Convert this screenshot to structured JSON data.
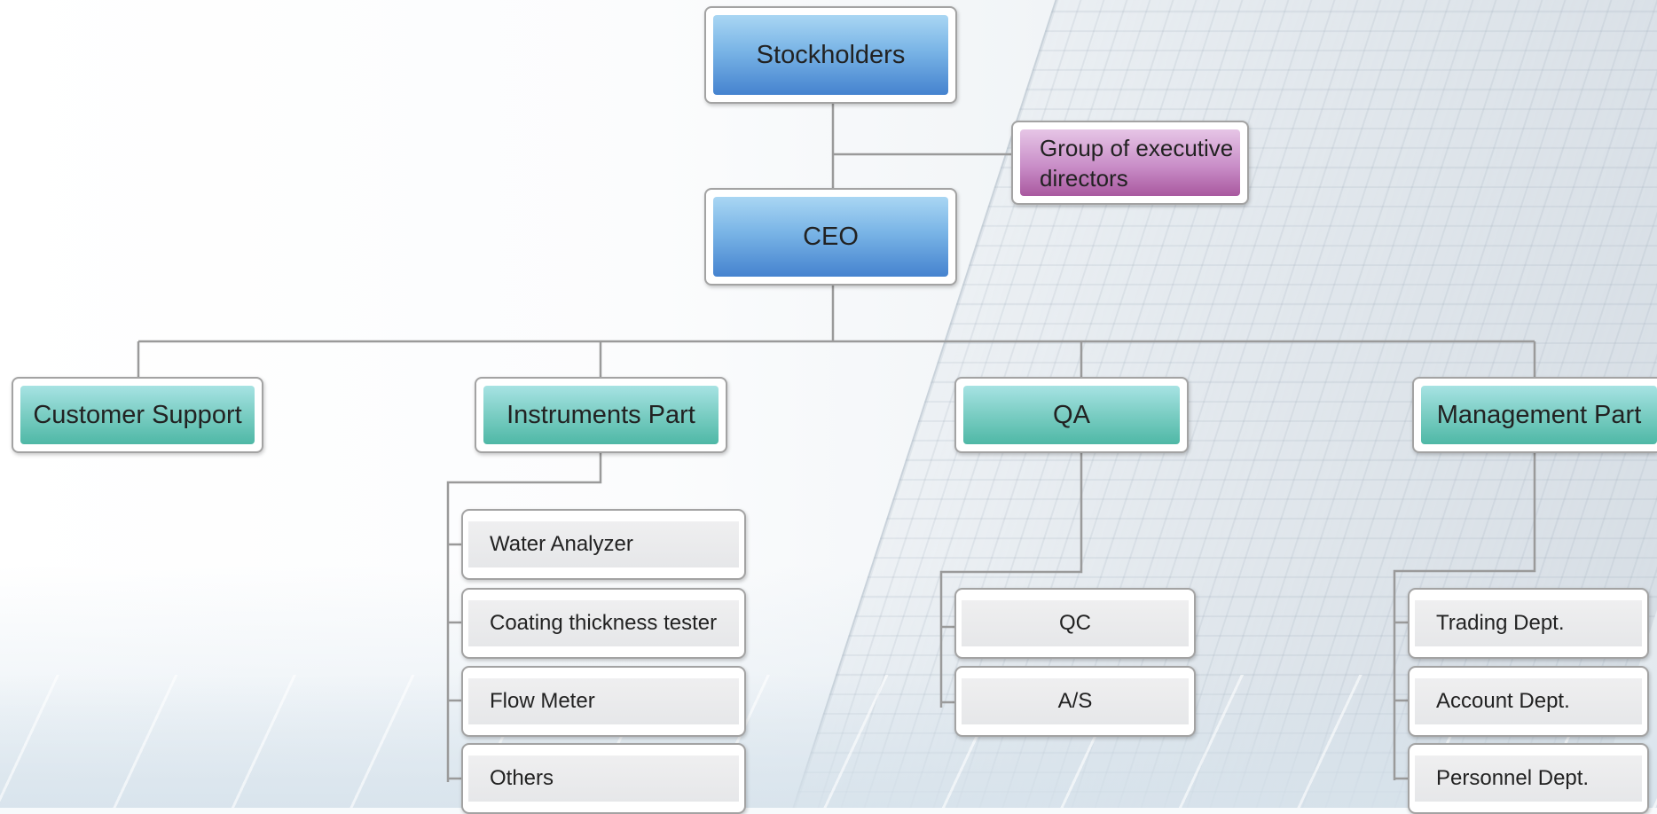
{
  "org_chart": {
    "stockholders": "Stockholders",
    "executive_directors": "Group of executive directors",
    "ceo": "CEO",
    "departments": [
      {
        "name": "Customer Support",
        "units": []
      },
      {
        "name": "Instruments Part",
        "units": [
          "Water Analyzer",
          "Coating thickness tester",
          "Flow Meter",
          "Others"
        ]
      },
      {
        "name": "QA",
        "units": [
          "QC",
          "A/S"
        ]
      },
      {
        "name": "Management Part",
        "units": [
          "Trading Dept.",
          "Account Dept.",
          "Personnel Dept."
        ]
      }
    ]
  },
  "colors": {
    "top_box": "#4583cf",
    "department_box": "#4fb8a6",
    "directors_box": "#a9589f",
    "unit_box": "#e6e7e9",
    "connector": "#9a9a9a"
  }
}
